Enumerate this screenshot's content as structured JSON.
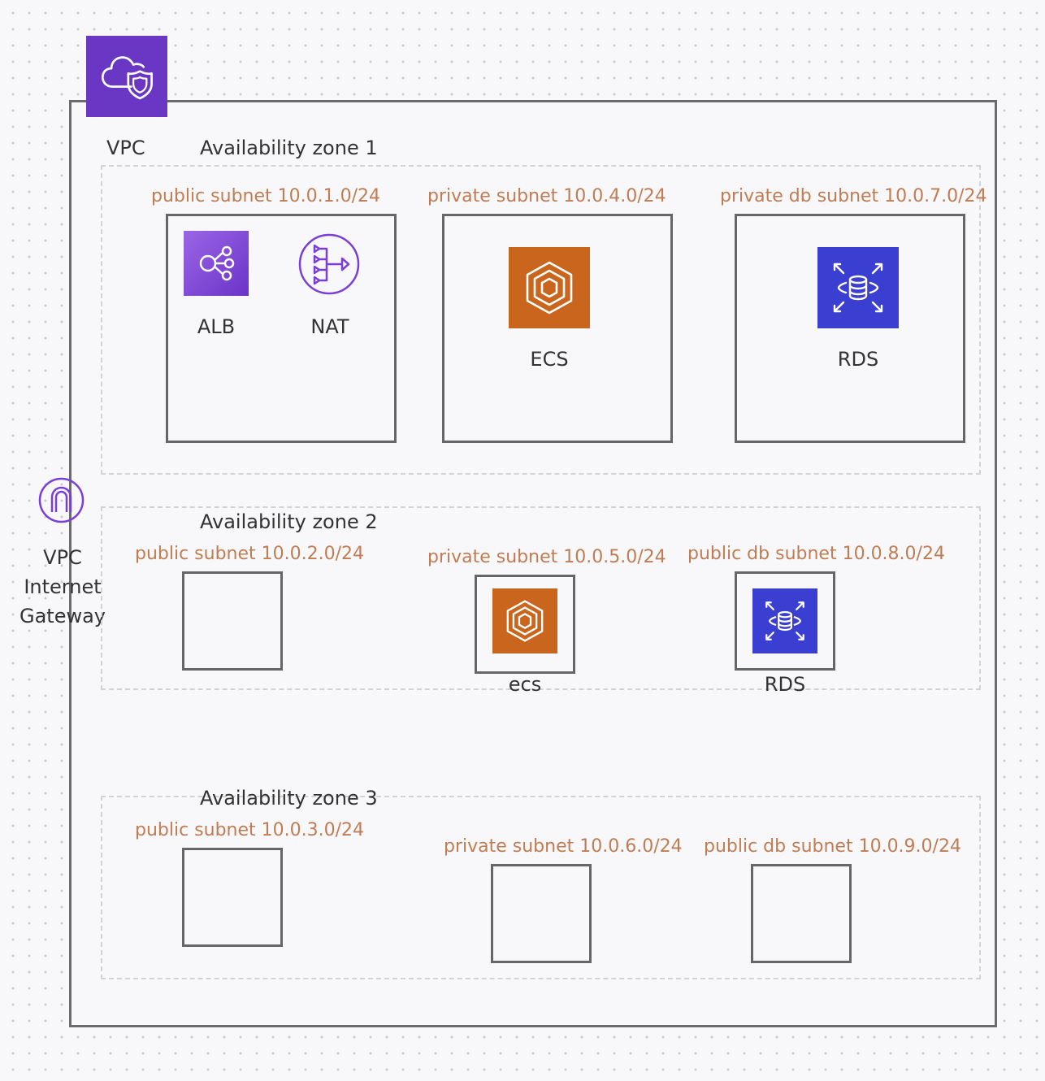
{
  "vpc": {
    "label": "VPC",
    "icon": "vpc-cloud-shield-icon",
    "color": "#6a36c4"
  },
  "igw": {
    "label_lines": [
      "VPC",
      "Internet",
      "Gateway"
    ],
    "icon": "internet-gateway-icon"
  },
  "zones": [
    {
      "title": "Availability zone 1",
      "subnets": [
        {
          "label": "public subnet 10.0.1.0/24",
          "services": [
            {
              "label": "ALB",
              "icon": "load-balancer-icon"
            },
            {
              "label": "NAT",
              "icon": "nat-gateway-icon"
            }
          ]
        },
        {
          "label": "private  subnet 10.0.4.0/24",
          "services": [
            {
              "label": "ECS",
              "icon": "ecs-icon"
            }
          ]
        },
        {
          "label": "private db subnet 10.0.7.0/24",
          "services": [
            {
              "label": "RDS",
              "icon": "rds-icon"
            }
          ]
        }
      ]
    },
    {
      "title": "Availability zone 2",
      "subnets": [
        {
          "label": "public subnet 10.0.2.0/24"
        },
        {
          "label": "private subnet 10.0.5.0/24",
          "services": [
            {
              "label": "ecs",
              "icon": "ecs-icon"
            }
          ]
        },
        {
          "label": "public db subnet 10.0.8.0/24",
          "services": [
            {
              "label": "RDS",
              "icon": "rds-icon"
            }
          ]
        }
      ]
    },
    {
      "title": "Availability zone 3",
      "subnets": [
        {
          "label": "public subnet 10.0.3.0/24"
        },
        {
          "label": "private subnet 10.0.6.0/24"
        },
        {
          "label": "public db subnet 10.0.9.0/24"
        }
      ]
    }
  ],
  "colors": {
    "ecs": "#c9651c",
    "rds": "#3a3ed1",
    "alb": "#8a55e0",
    "subnet_label": "#c07d54"
  }
}
